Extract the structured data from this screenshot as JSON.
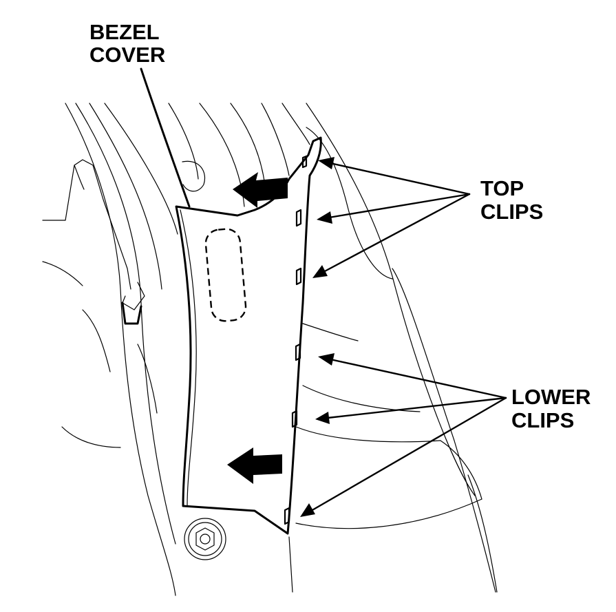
{
  "labels": {
    "bezel_cover": [
      "BEZEL",
      "COVER"
    ],
    "top_clips": [
      "TOP",
      "CLIPS"
    ],
    "lower_clips": [
      "LOWER",
      "CLIPS"
    ]
  },
  "colors": {
    "line": "#000000",
    "background": "#ffffff"
  },
  "icons": {
    "direction_arrow": "left-arrow-icon"
  }
}
